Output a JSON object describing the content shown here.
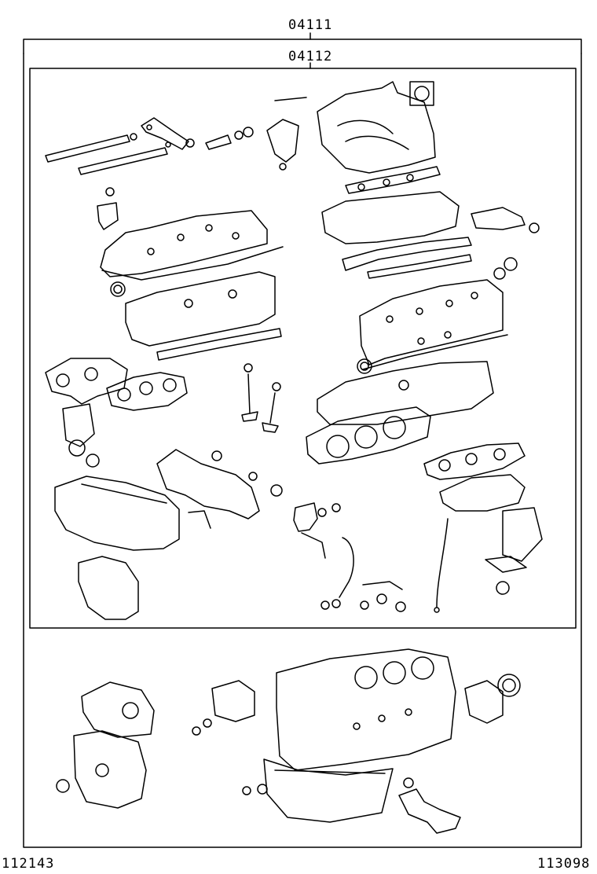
{
  "kit_labels": {
    "outer": "04111",
    "inner": "04112"
  },
  "footer": {
    "left_code": "112143",
    "right_code": "113098"
  }
}
